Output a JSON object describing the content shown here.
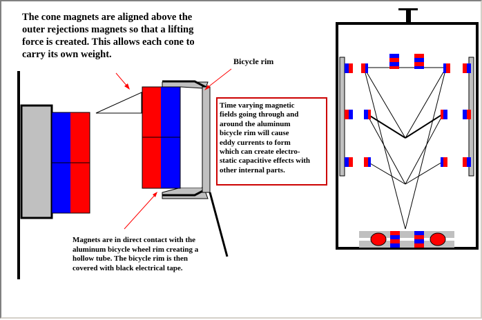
{
  "colors": {
    "magnet_red": "#ff0000",
    "magnet_blue": "#0000ff",
    "rim_gray": "#c0c0c0",
    "callout_border": "#cc0000",
    "line": "#000000"
  },
  "labels": {
    "top_text": "The cone magnets are aligned above the\nouter rejections magnets so that a lifting\nforce is created.  This allows each cone to\ncarry its own weight.",
    "rim_label": "Bicycle rim",
    "callout_text": "Time varying magnetic\nfields going through and\naround the aluminum\nbicycle rim will cause\neddy currents to form\nwhich can create electro-\nstatic capacitive effects with\nother internal parts.",
    "bottom_text": "Magnets are in direct contact with the\naluminum bicycle wheel rim creating a\nhollow tube.  The bicycle rim is then\ncovered with black electrical tape."
  }
}
